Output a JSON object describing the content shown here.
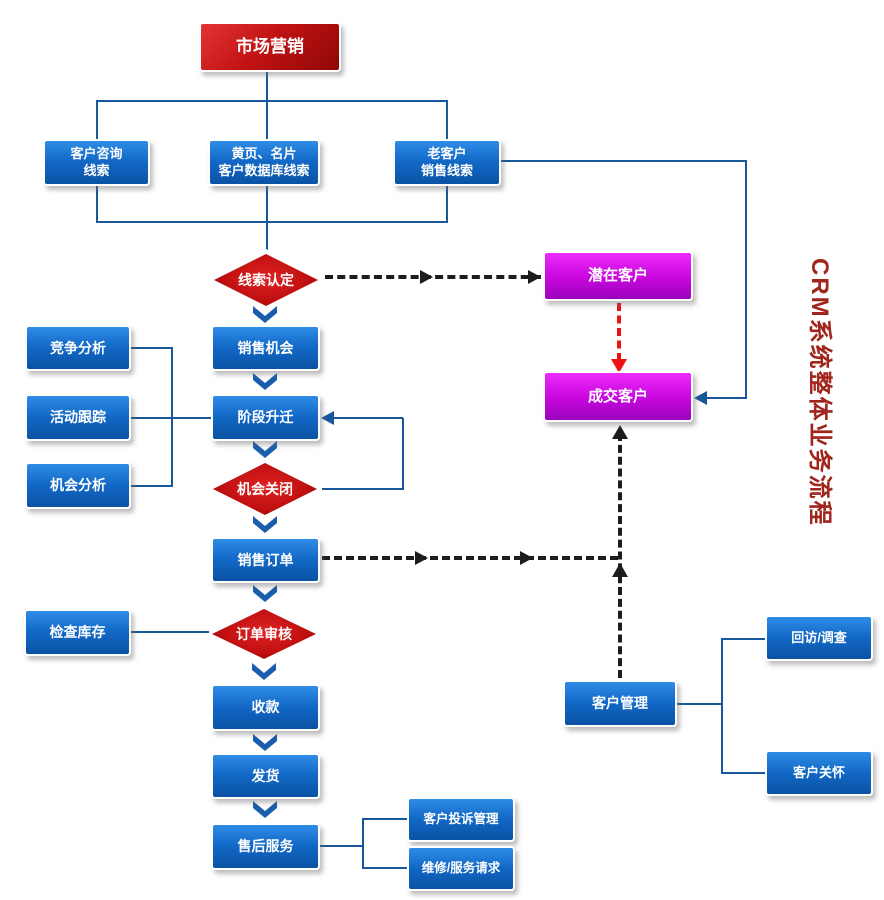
{
  "side_title": "CRM系统整体业务流程",
  "nodes": {
    "market": "市场营销",
    "lead_inquiry": "客户咨询\n线索",
    "lead_yellowpages": "黄页、名片\n客户数据库线索",
    "lead_oldcustomer": "老客户\n销售线索",
    "lead_confirm": "线索认定",
    "sales_opportunity": "销售机会",
    "competition_analysis": "竞争分析",
    "activity_tracking": "活动跟踪",
    "opportunity_analysis": "机会分析",
    "stage_promotion": "阶段升迁",
    "opportunity_close": "机会关闭",
    "sales_order": "销售订单",
    "check_inventory": "检查库存",
    "order_review": "订单审核",
    "collect_payment": "收款",
    "delivery": "发货",
    "after_sales": "售后服务",
    "complaint_mgmt": "客户投诉管理",
    "repair_request": "维修/服务请求",
    "potential_customer": "潜在客户",
    "deal_customer": "成交客户",
    "customer_mgmt": "客户管理",
    "visit_survey": "回访/调查",
    "customer_care": "客户关怀"
  },
  "colors": {
    "box_blue_top": "#2f8de6",
    "box_blue_bottom": "#0a53a4",
    "box_red_top": "#e23434",
    "box_red_bottom": "#8e0606",
    "box_magenta_top": "#ee2cfb",
    "box_magenta_bottom": "#9a03bb",
    "connector_blue": "#185799",
    "connector_black": "#1c1c1c",
    "connector_red": "#ee1111",
    "side_title_red": "#a0251c",
    "node_text": "#ffffff"
  }
}
